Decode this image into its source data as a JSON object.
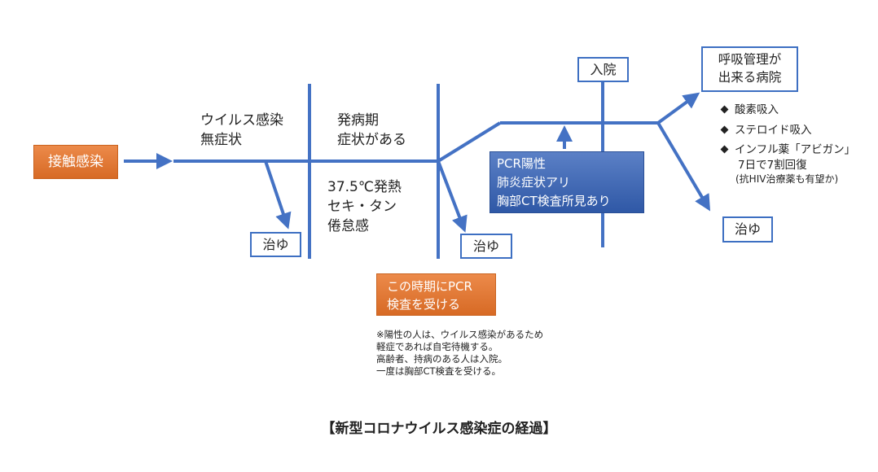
{
  "start_box": "接触感染",
  "stage1": {
    "line1": "ウイルス感染",
    "line2": "無症状"
  },
  "stage2": {
    "line1": "発病期",
    "line2": "症状がある"
  },
  "symptoms": {
    "line1": "37.5℃発熱",
    "line2": "セキ・タン",
    "line3": "倦怠感"
  },
  "recover_label": "治ゆ",
  "pcr_box": {
    "line1": "この時期にPCR",
    "line2": "検査を受ける"
  },
  "note": {
    "line1": "※陽性の人は、ウイルス感染があるため",
    "line2": "軽症であれば自宅待機する。",
    "line3": "高齢者、持病のある人は入院。",
    "line4": "一度は胸部CT検査を受ける。"
  },
  "positive_box": {
    "line1": "PCR陽性",
    "line2": "肺炎症状アリ",
    "line3": "胸部CT検査所見あり"
  },
  "hospital_box": "入院",
  "respiratory_box": {
    "line1": "呼吸管理が",
    "line2": "出来る病院"
  },
  "treatments": {
    "item1": "酸素吸入",
    "item2": "ステロイド吸入",
    "item3_line1": "インフル薬「アビガン」",
    "item3_line2": "7日で7割回復",
    "item3_line3": "(抗HIV治療薬も有望か)"
  },
  "caption": "【新型コロナウイルス感染症の経過】",
  "colors": {
    "line": "#4472c4",
    "orange": "#e07a36",
    "blue": "#3a63b0"
  }
}
